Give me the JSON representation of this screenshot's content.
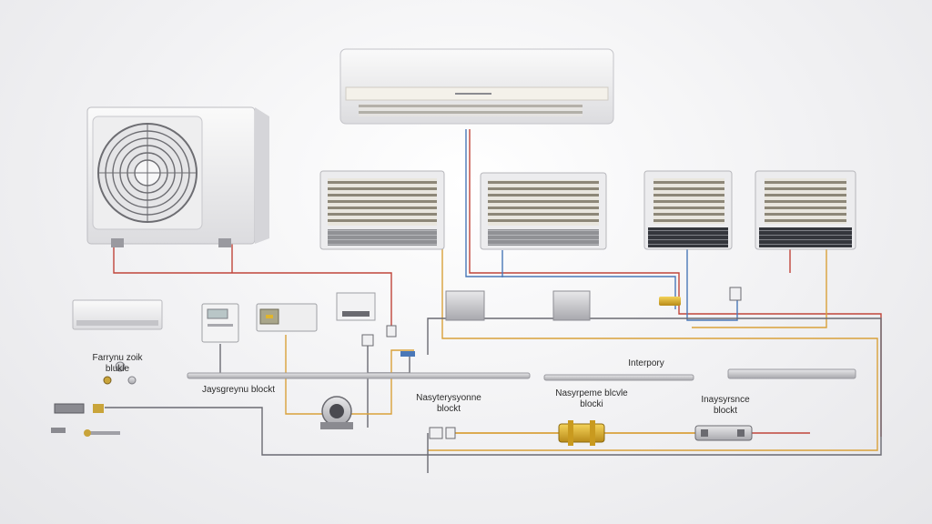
{
  "diagram": {
    "labels": {
      "left_block": "Farrynu zoik\nblukle",
      "left_bar": "Jaysgreynu blockt",
      "center_block": "Nasyterysyonne\nblockt",
      "middle_block": "Nasyrpeme blcvle\nblocki",
      "right_block": "Inaysyrsnce\nblockt",
      "top_bar": "Interpory"
    },
    "colors": {
      "supply_line": "#c0453a",
      "return_line": "#4a78b8",
      "condensate_line": "#d9a13a",
      "signal_line": "#6a6a72",
      "fitting_brass": "#e0b52c"
    }
  }
}
